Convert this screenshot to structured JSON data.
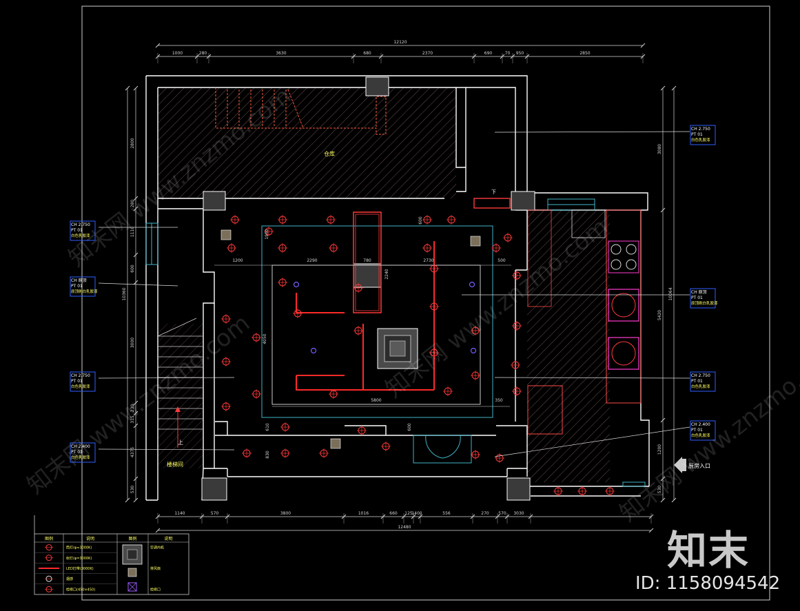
{
  "colors": {
    "background": "#000000",
    "wall": "#ffffff",
    "dimension": "#d8d8d8",
    "lamp": "#ff3b3b",
    "led_strip": "#ff2a2a",
    "ceiling_line": "#3fb6c8",
    "hatch": "#6e5050",
    "stove": "#ff3bd0",
    "callout": "#2f5fff",
    "label_text": "#ffff66"
  },
  "dimensions_top": {
    "total": "12120",
    "segments": [
      "1000",
      "280",
      "3630",
      "680",
      "2370",
      "690",
      "70",
      "950",
      "2850"
    ]
  },
  "dimensions_bottom": {
    "total": "12480",
    "segments": [
      "1140",
      "570",
      "3800",
      "1016",
      "660",
      "125",
      "1400",
      "556",
      "270",
      "570",
      "3030"
    ]
  },
  "dimensions_left": {
    "total": "10360",
    "segments": [
      "2800",
      "280",
      "1110",
      "600",
      "3000",
      "230",
      "315",
      "4375",
      "530"
    ]
  },
  "dimensions_right": {
    "total": "10064",
    "segments": [
      "3080",
      "5420",
      "1200",
      "530"
    ]
  },
  "interior_dims": [
    "1200",
    "2290",
    "780",
    "2730",
    "500",
    "5800",
    "350",
    "4050",
    "2240",
    "1950",
    "600",
    "600",
    "610",
    "830"
  ],
  "room_labels": {
    "storage": "仓库",
    "stairwell": "楼梯间",
    "stair_up": "上",
    "stair_down": "下",
    "kitchen_entrance": "厨房入口"
  },
  "ceiling_tags": [
    {
      "ch": "CH 2.750",
      "pt": "PT  01",
      "desc": "白色乳胶漆",
      "side": "right"
    },
    {
      "ch": "CH 2.750",
      "pt": "PT  01",
      "desc": "白色乳胶漆",
      "side": "left"
    },
    {
      "ch": "CH  原顶",
      "pt": "PT  01",
      "desc": "原顶刷白乳胶漆",
      "side": "left"
    },
    {
      "ch": "CH  原顶",
      "pt": "PT  01",
      "desc": "原顶刷白乳胶漆",
      "side": "right"
    },
    {
      "ch": "CH 2.750",
      "pt": "PT  01",
      "desc": "白色乳胶漆",
      "side": "left"
    },
    {
      "ch": "CH 2.750",
      "pt": "PT  01",
      "desc": "白色乳胶漆",
      "side": "right"
    },
    {
      "ch": "CH 2.400",
      "pt": "PT  01",
      "desc": "白色乳胶漆",
      "side": "left"
    },
    {
      "ch": "CH 2.400",
      "pt": "PT  01",
      "desc": "白色乳胶漆",
      "side": "right"
    }
  ],
  "legend": {
    "headers": [
      "图例",
      "说明",
      "图例",
      "说明"
    ],
    "rows": [
      {
        "left_desc": "筒灯(φ=3000K)",
        "right_desc": "空调内机"
      },
      {
        "left_desc": "射灯(φ=3000K)",
        "right_desc": ""
      },
      {
        "left_desc": "LED灯带(3000K)",
        "right_desc": "排风扇"
      },
      {
        "left_desc": "烟感",
        "right_desc": ""
      },
      {
        "left_desc": "检修口(450×450)",
        "right_desc": "检修口"
      }
    ]
  },
  "watermark": "知末网 www.znzmo.com",
  "brand": "知末",
  "image_id": "ID: 1158094542"
}
